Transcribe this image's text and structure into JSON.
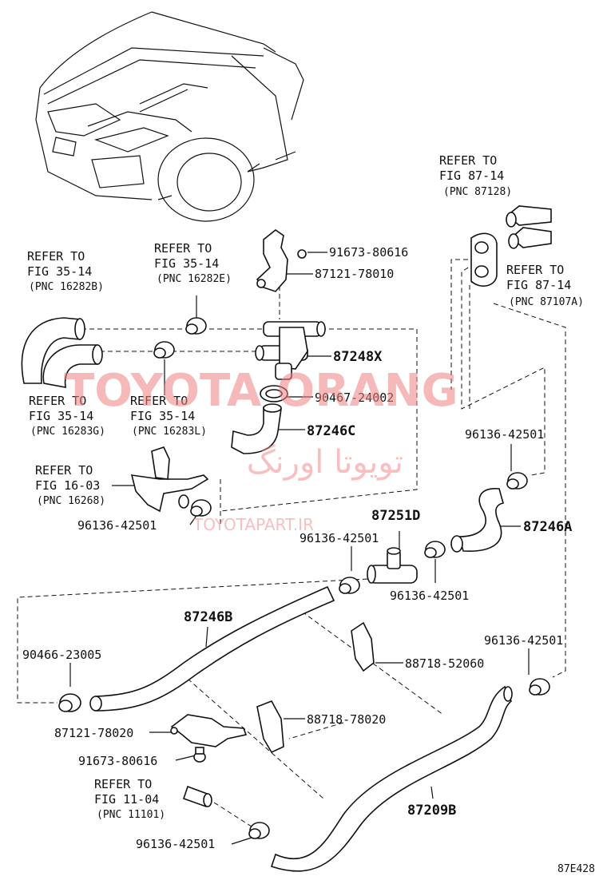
{
  "refs": {
    "r1": [
      "REFER TO",
      "FIG 87-14",
      "(PNC 87128)"
    ],
    "r2": [
      "REFER TO",
      "FIG 35-14",
      "(PNC 16282E)"
    ],
    "r3": [
      "REFER TO",
      "FIG 35-14",
      "(PNC 16282B)"
    ],
    "r4": [
      "REFER TO",
      "FIG 87-14",
      "(PNC 87107A)"
    ],
    "r5": [
      "REFER TO",
      "FIG 35-14",
      "(PNC 16283G)"
    ],
    "r6": [
      "REFER TO",
      "FIG 35-14",
      "(PNC 16283L)"
    ],
    "r7": [
      "REFER TO",
      "FIG 16-03",
      "(PNC 16268)"
    ],
    "r8": [
      "REFER TO",
      "FIG 11-04",
      "(PNC 11101)"
    ]
  },
  "parts": {
    "p1": "91673-80616",
    "p2": "87121-78010",
    "p3": "87248X",
    "p4": "90467-24002",
    "p5": "87246C",
    "p6": "96136-42501",
    "p7": "96136-42501",
    "p8": "87251D",
    "p9": "96136-42501",
    "p10": "87246A",
    "p11": "96136-42501",
    "p12": "87246B",
    "p13": "90466-23005",
    "p14": "88718-52060",
    "p15": "96136-42501",
    "p16": "87121-78020",
    "p17": "88718-78020",
    "p18": "91673-80616",
    "p19": "87209B",
    "p20": "96136-42501"
  },
  "figure_code": "87E428",
  "watermark": {
    "main": "TOYOTA ORANG",
    "persian": "تویوتا اورنگ",
    "url": "TOYOTAPART.IR"
  }
}
